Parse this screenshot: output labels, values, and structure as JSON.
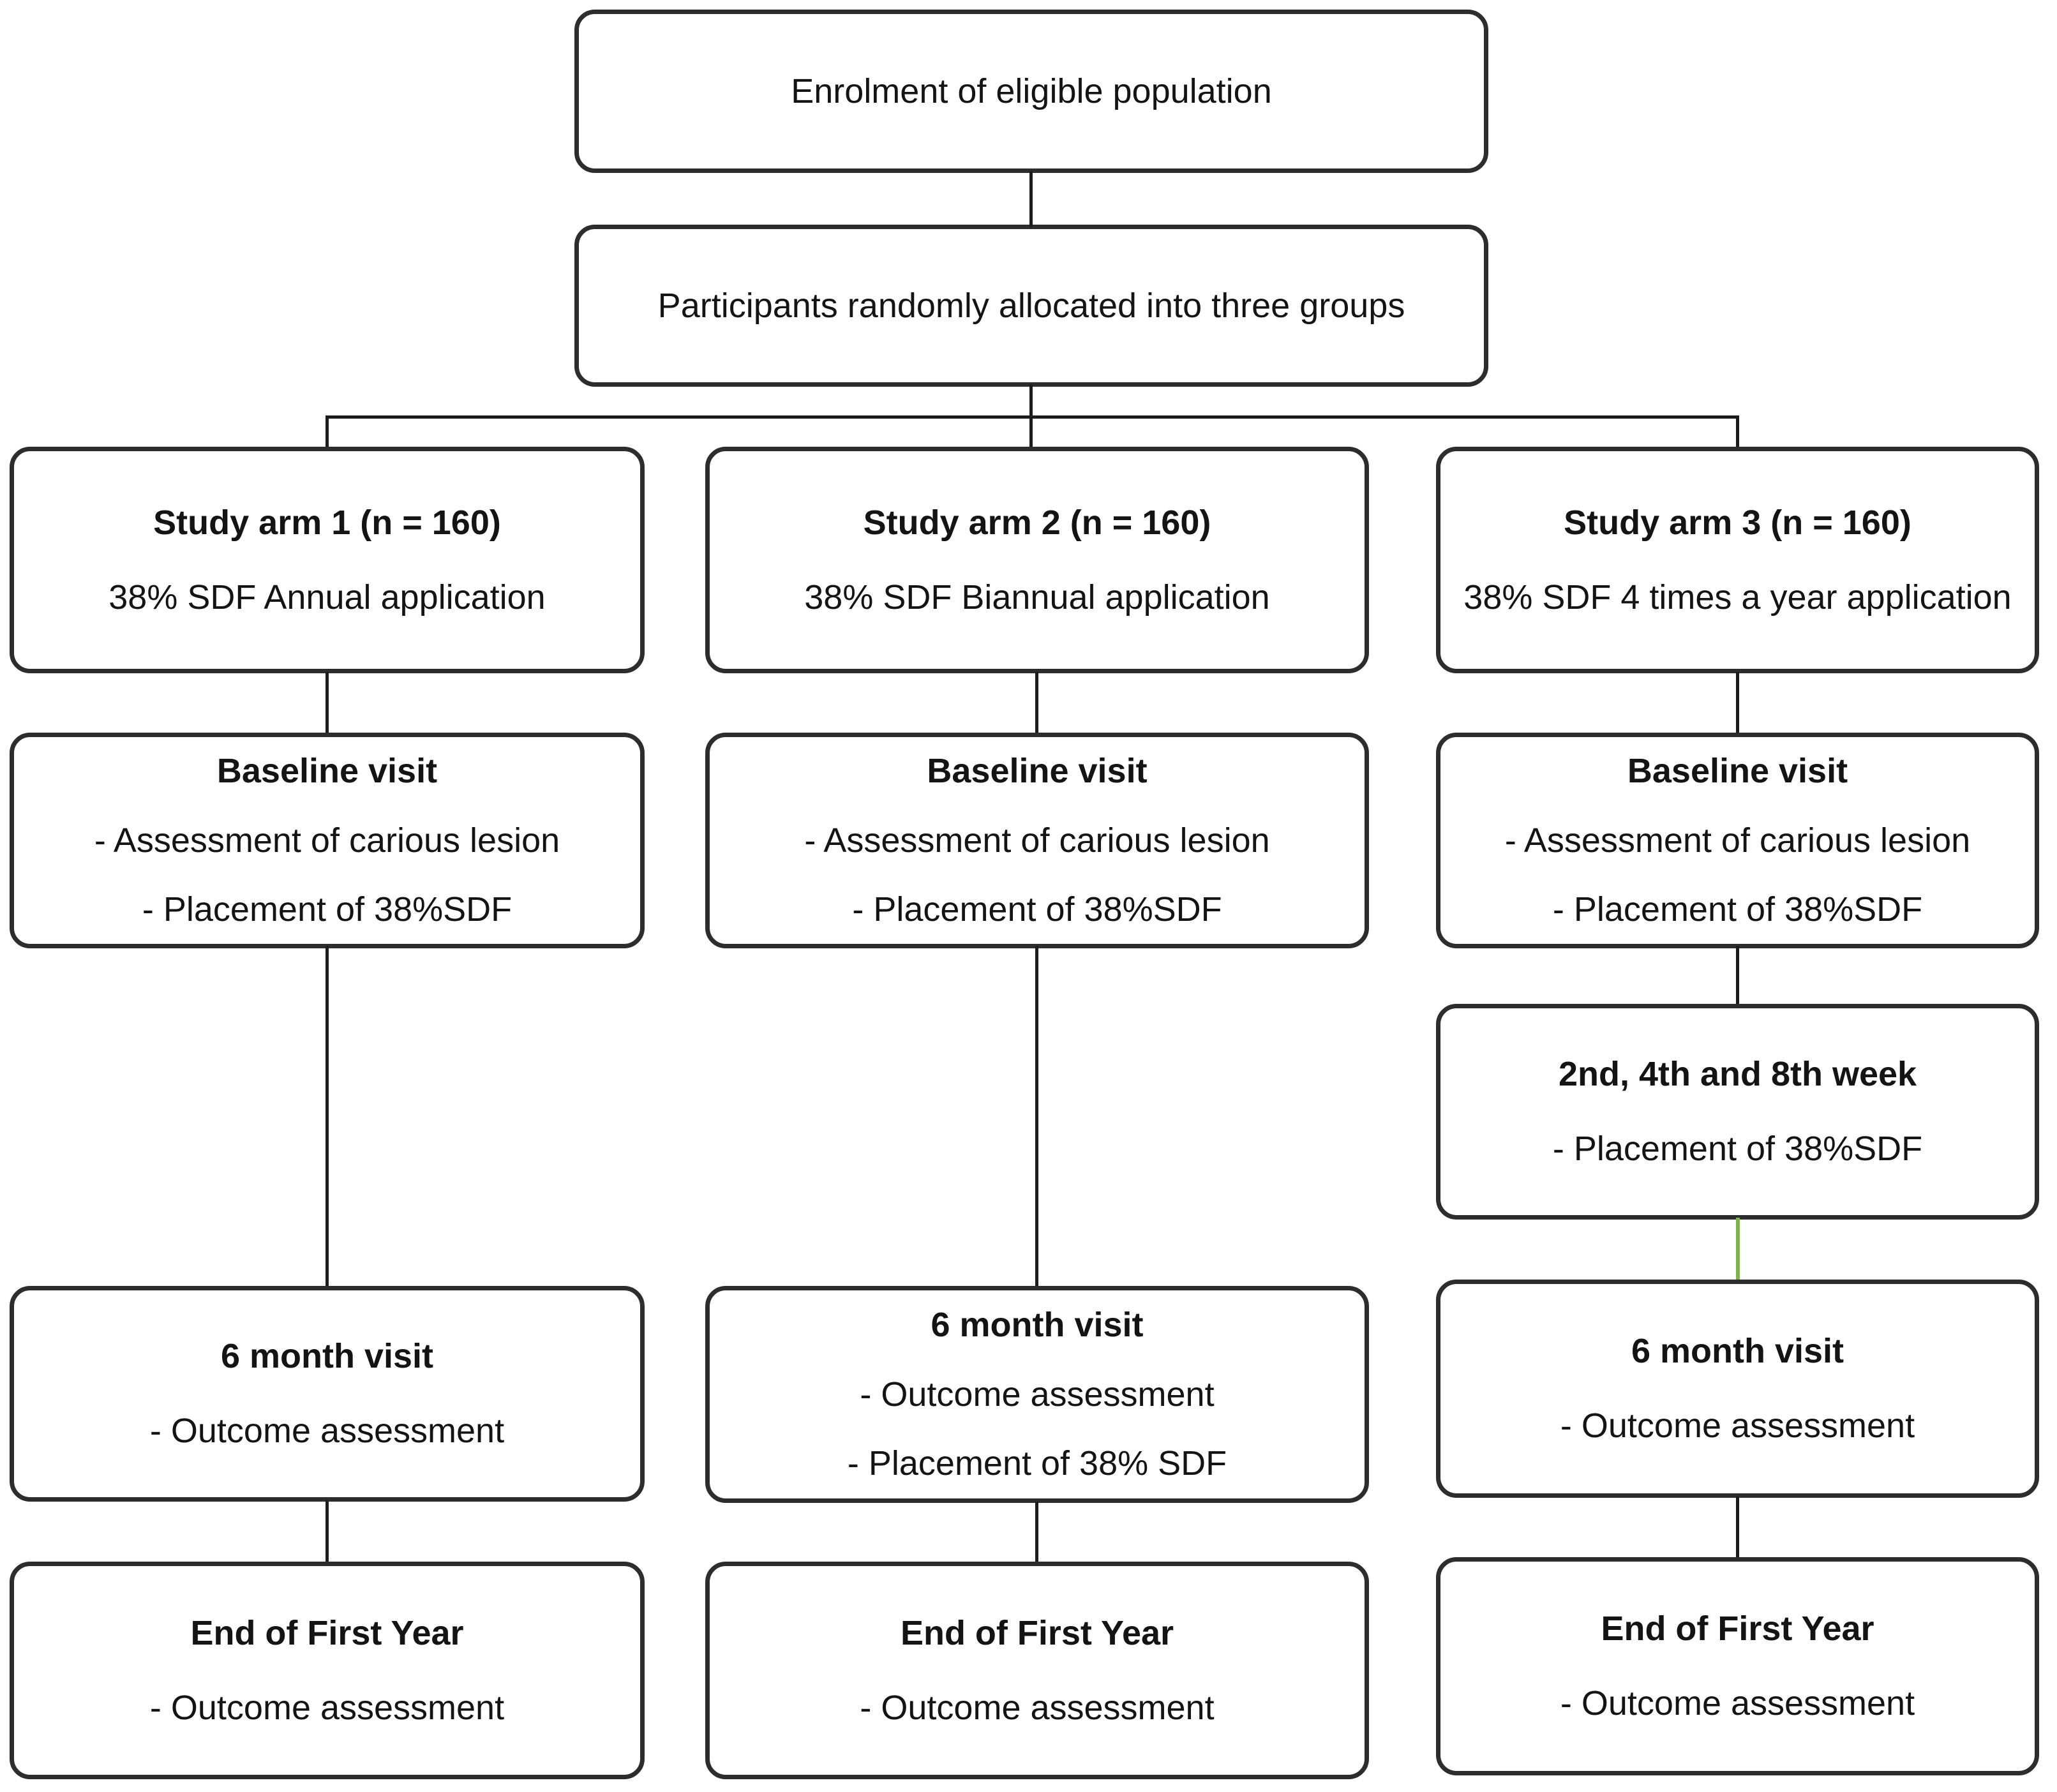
{
  "colors": {
    "box_border": "#2d2d2d",
    "connector": "#1c1c1c",
    "connector_green": "#7ab648",
    "text": "#141414"
  },
  "flow": {
    "enrolment": {
      "label": "Enrolment of eligible population"
    },
    "allocation": {
      "label": "Participants randomly allocated into three groups"
    },
    "arms": [
      {
        "header": "Study arm 1  (n = 160)",
        "subheader": "38% SDF Annual application",
        "baseline": {
          "title": "Baseline visit",
          "items": [
            "- Assessment of carious lesion",
            "- Placement of  38%SDF"
          ]
        },
        "six_month": {
          "title": "6 month visit",
          "items": [
            "- Outcome assessment"
          ]
        },
        "end_year": {
          "title": "End of First Year",
          "items": [
            "- Outcome assessment"
          ]
        }
      },
      {
        "header": "Study arm 2 (n = 160)",
        "subheader": "38% SDF Biannual application",
        "baseline": {
          "title": "Baseline visit",
          "items": [
            "- Assessment of carious lesion",
            "- Placement of  38%SDF"
          ]
        },
        "six_month": {
          "title": "6 month visit",
          "items": [
            "- Outcome assessment",
            "- Placement of 38% SDF"
          ]
        },
        "end_year": {
          "title": "End of First Year",
          "items": [
            "- Outcome assessment"
          ]
        }
      },
      {
        "header": "Study arm 3 (n = 160)",
        "subheader": "38% SDF 4 times a year application",
        "baseline": {
          "title": "Baseline visit",
          "items": [
            "- Assessment of carious lesion",
            "- Placement of  38%SDF"
          ]
        },
        "interim": {
          "title": "2nd, 4th and 8th week",
          "items": [
            "- Placement of  38%SDF"
          ]
        },
        "six_month": {
          "title": "6 month visit",
          "items": [
            "- Outcome assessment"
          ]
        },
        "end_year": {
          "title": "End of First Year",
          "items": [
            "- Outcome assessment"
          ]
        }
      }
    ]
  }
}
